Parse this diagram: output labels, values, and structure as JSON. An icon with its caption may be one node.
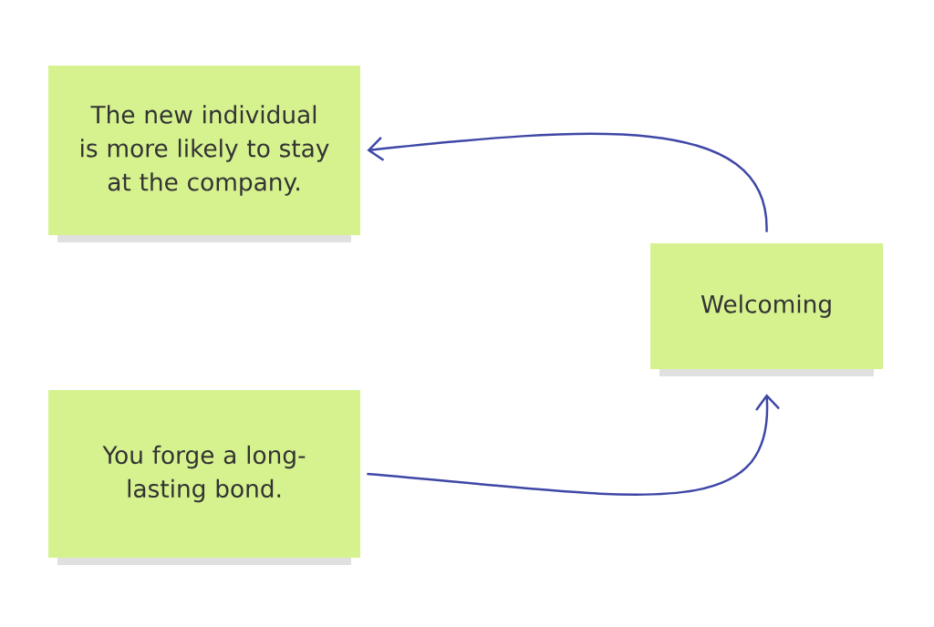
{
  "diagram": {
    "nodes": [
      {
        "text": [
          "The new individual is more likely to stay at the company."
        ]
      },
      {
        "text": [
          "Welcoming"
        ]
      },
      {
        "text": [
          "You forge a long-lasting bond."
        ]
      }
    ],
    "edges": [
      {
        "from": 1,
        "to": 0,
        "arrow": "to"
      },
      {
        "from": 2,
        "to": 1,
        "arrow": "to"
      }
    ]
  }
}
